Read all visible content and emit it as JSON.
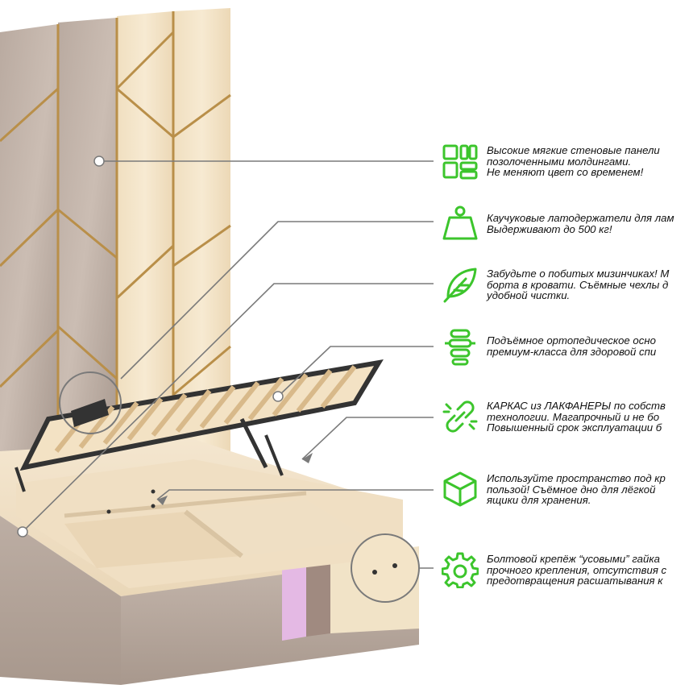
{
  "brand": {
    "accent": "#3cc52c",
    "callout_line": "#7a7a7a"
  },
  "features": [
    {
      "id": "wall-panels",
      "icon": "grid-blocks-icon",
      "lines": [
        "Высокие мягкие стеновые панели",
        "позолоченными молдингами.",
        "Не меняют цвет со временем!"
      ]
    },
    {
      "id": "slat-holders",
      "icon": "weight-icon",
      "lines": [
        "Каучуковые латодержатели для лам",
        "Выдерживают до 500 кг!"
      ]
    },
    {
      "id": "soft-sides",
      "icon": "feather-icon",
      "lines": [
        "Забудьте о побитых мизинчиках! М",
        "борта в кровати. Съёмные чехлы д",
        "удобной чистки."
      ]
    },
    {
      "id": "orthopedic-base",
      "icon": "spine-icon",
      "lines": [
        "Подъёмное ортопедическое осно",
        "премиум-класса для здоровой спи"
      ]
    },
    {
      "id": "plywood-frame",
      "icon": "broken-link-icon",
      "lines": [
        "КАРКАС из ЛАКФАНЕРЫ по собств",
        "технологии. Магапрочный и не бо",
        "Повышенный срок эксплуатации б"
      ]
    },
    {
      "id": "storage-space",
      "icon": "box-icon",
      "lines": [
        "Используйте пространство под кр",
        "пользой! Съёмное дно для лёгкой",
        "ящики для хранения."
      ]
    },
    {
      "id": "bolt-fastening",
      "icon": "gear-icon",
      "lines": [
        "Болтовой крепёж “усовыми” гайка",
        "прочного крепления, отсутствия с",
        "предотвращения расшатывания к"
      ]
    }
  ]
}
